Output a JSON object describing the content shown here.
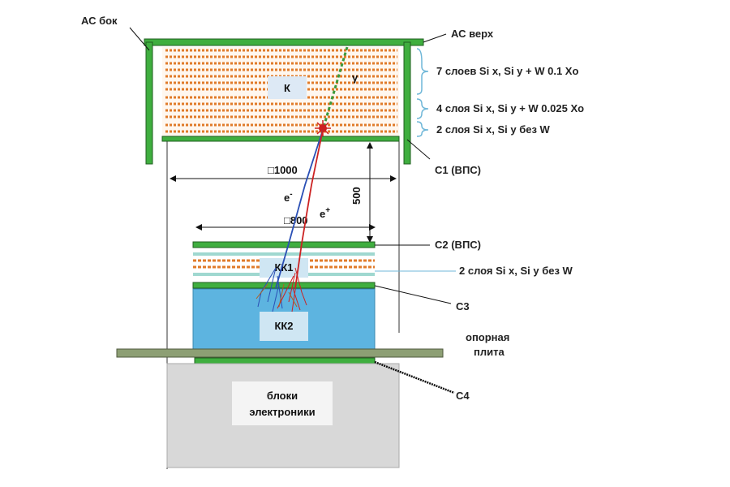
{
  "colors": {
    "green": "#3fae3f",
    "orange": "#e07b2a",
    "cyan_band": "#9fd8d0",
    "calorimeter_blue": "#5db4e0",
    "electronics_gray": "#d8d8d8",
    "support_plate": "#8d9f74",
    "gamma_track": "#3c9a3c",
    "electron_track": "#2a4fb5",
    "positron_track": "#cc2222",
    "leader_lines": "#6fb7d8"
  },
  "labels": {
    "ac_side": "АС бок",
    "ac_top": "АС верх",
    "layers7": "7 слоев   Si x, Si y + W 0.1 Xo",
    "layers4": "4 слоя   Si x, Si y + W 0.025 Xo",
    "layers2_top": "2 слоя   Si x, Si y без W",
    "c1": "С1 (ВПС)",
    "c2": "С2 (ВПС)",
    "layers2_mid": "2 слоя   Si x, Si y без W",
    "c3": "С3",
    "support_plate_1": "опорная",
    "support_plate_2": "плита",
    "c4": "С4",
    "electronics_1": "блоки",
    "electronics_2": "электроники"
  },
  "blocks": {
    "converter": "К",
    "cc1": "КК1",
    "cc2": "КК2"
  },
  "dimensions": {
    "width_top": "□1000",
    "width_bottom": "□800",
    "height_gap": "500"
  },
  "particles": {
    "gamma": "γ",
    "electron": "e",
    "electron_sup": "-",
    "positron": "e",
    "positron_sup": "+"
  }
}
